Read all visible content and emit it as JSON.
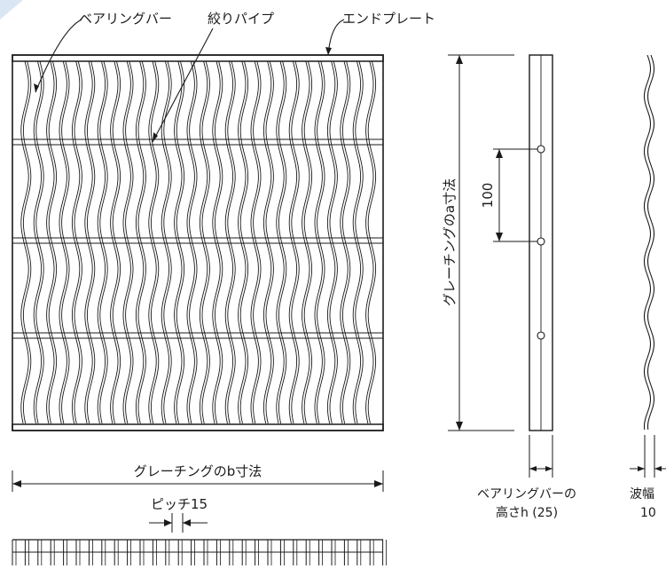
{
  "labels": {
    "bearing_bar": "ベアリングバー",
    "twisted_pipe": "絞りパイプ",
    "end_plate": "エンドプレート",
    "dim_a": "グレーチングのa寸法",
    "dim_100": "100",
    "dim_b": "グレーチングのb寸法",
    "pitch": "ピッチ15",
    "bar_height_line1": "ベアリングバーの",
    "bar_height_line2": "高さh (25)",
    "wave_width_line1": "波幅",
    "wave_width_line2": "10"
  },
  "colors": {
    "ink": "#1a1a1a",
    "background": "#ffffff"
  }
}
